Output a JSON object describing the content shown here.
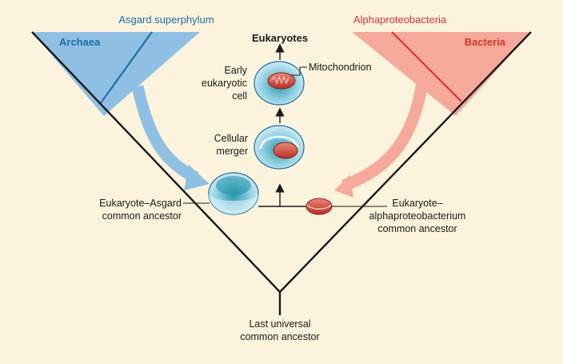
{
  "labels": {
    "asgard": "Asgard superphylum",
    "archaea": "Archaea",
    "alpha": "Alphaproteobacteria",
    "bacteria": "Bacteria",
    "eukaryotes": "Eukaryotes",
    "early_1": "Early",
    "early_2": "eukaryotic",
    "early_3": "cell",
    "mito": "Mitochondrion",
    "merger_1": "Cellular",
    "merger_2": "merger",
    "eas_1": "Eukaryote–Asgard",
    "eas_2": "common ancestor",
    "eap_1": "Eukaryote–",
    "eap_2": "alphaproteobacterium",
    "eap_3": "common ancestor",
    "luca_1": "Last universal",
    "luca_2": "common ancestor"
  },
  "colors": {
    "background": "#fcf3dc",
    "archaea_fill": "#8fc0e3",
    "archaea_line": "#1b6fa6",
    "bacteria_fill": "#f5a99a",
    "bacteria_line": "#d5362f",
    "tree_line": "#1a1a1a"
  }
}
